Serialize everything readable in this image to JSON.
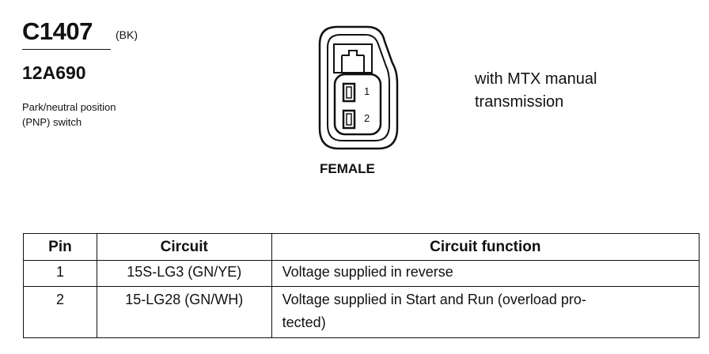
{
  "connector": {
    "id": "C1407",
    "color_code": "(BK)",
    "part_number": "12A690",
    "description_lines": [
      "Park/neutral position",
      "(PNP) switch"
    ],
    "gender": "FEMALE",
    "pin_labels": [
      "1",
      "2"
    ],
    "note_lines": [
      "with MTX manual",
      "transmission"
    ]
  },
  "table": {
    "headers": {
      "pin": "Pin",
      "circuit": "Circuit",
      "function": "Circuit function"
    },
    "rows": [
      {
        "pin": "1",
        "circuit": "15S-LG3 (GN/YE)",
        "function_lines": [
          "Voltage supplied in reverse"
        ]
      },
      {
        "pin": "2",
        "circuit": "15-LG28 (GN/WH)",
        "function_lines": [
          "Voltage supplied in Start and Run (overload pro-",
          "tected)"
        ]
      }
    ]
  }
}
